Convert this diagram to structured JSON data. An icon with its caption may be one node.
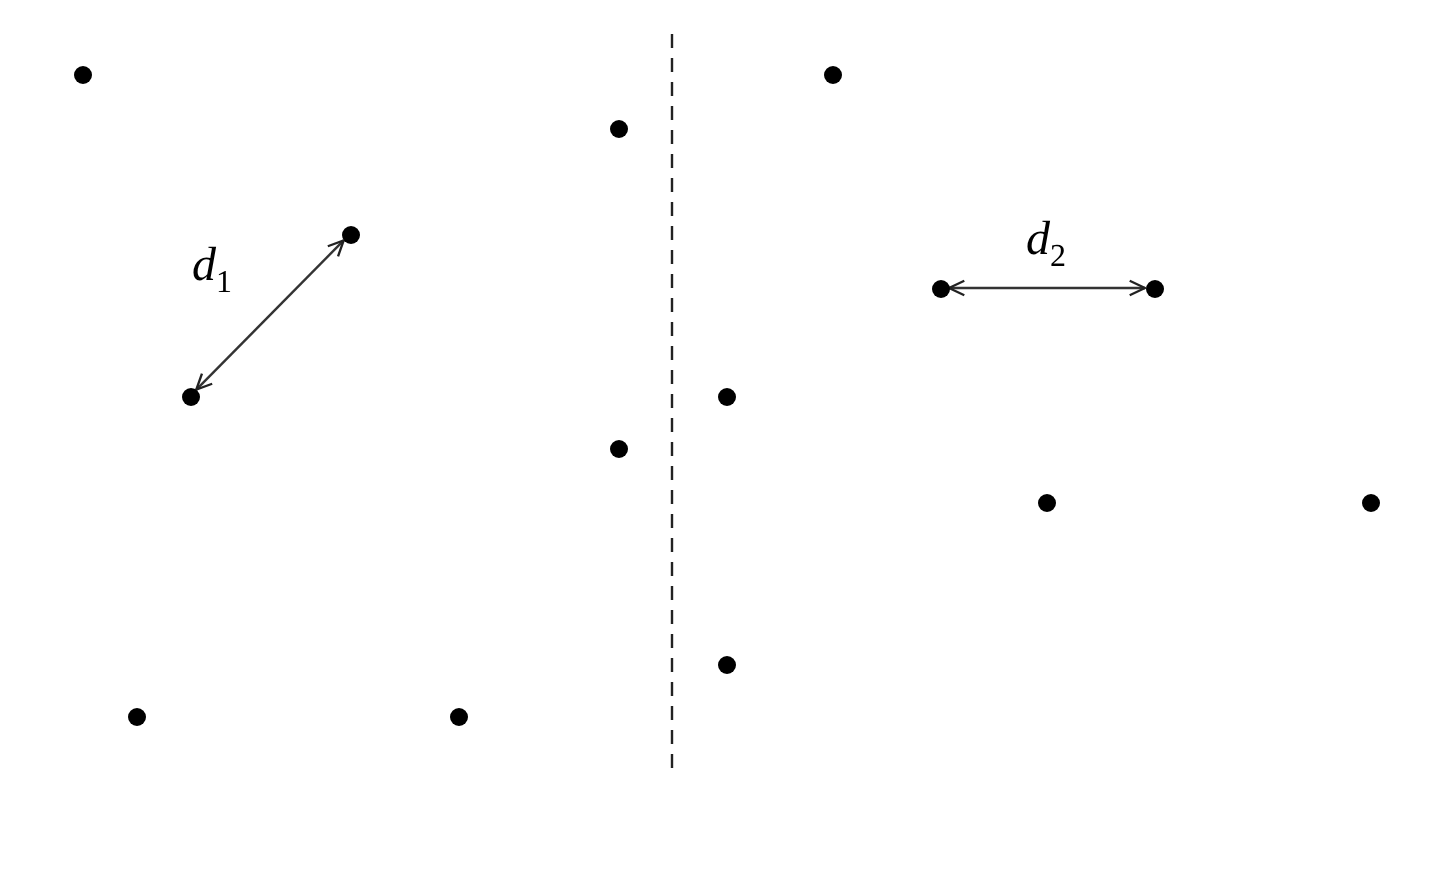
{
  "diagram": {
    "nodes": [
      {
        "text": [],
        "shape": "circle"
      },
      {
        "text": [],
        "shape": "circle"
      },
      {
        "text": [],
        "shape": "circle"
      },
      {
        "text": [],
        "shape": "circle"
      },
      {
        "text": [],
        "shape": "circle"
      },
      {
        "text": [],
        "shape": "circle"
      },
      {
        "text": [],
        "shape": "circle"
      },
      {
        "text": [],
        "shape": "circle"
      },
      {
        "text": [],
        "shape": "circle"
      },
      {
        "text": [],
        "shape": "circle"
      },
      {
        "text": [],
        "shape": "circle"
      },
      {
        "text": [],
        "shape": "circle"
      },
      {
        "text": [],
        "shape": "circle"
      },
      {
        "text": [],
        "shape": "circle"
      }
    ],
    "edges": [
      {
        "from": 3,
        "to": 6,
        "arrow": "both",
        "label": "*d*$_{1}$"
      },
      {
        "from": 4,
        "to": 5,
        "arrow": "both",
        "label": "*d*$_{2}$"
      }
    ]
  }
}
